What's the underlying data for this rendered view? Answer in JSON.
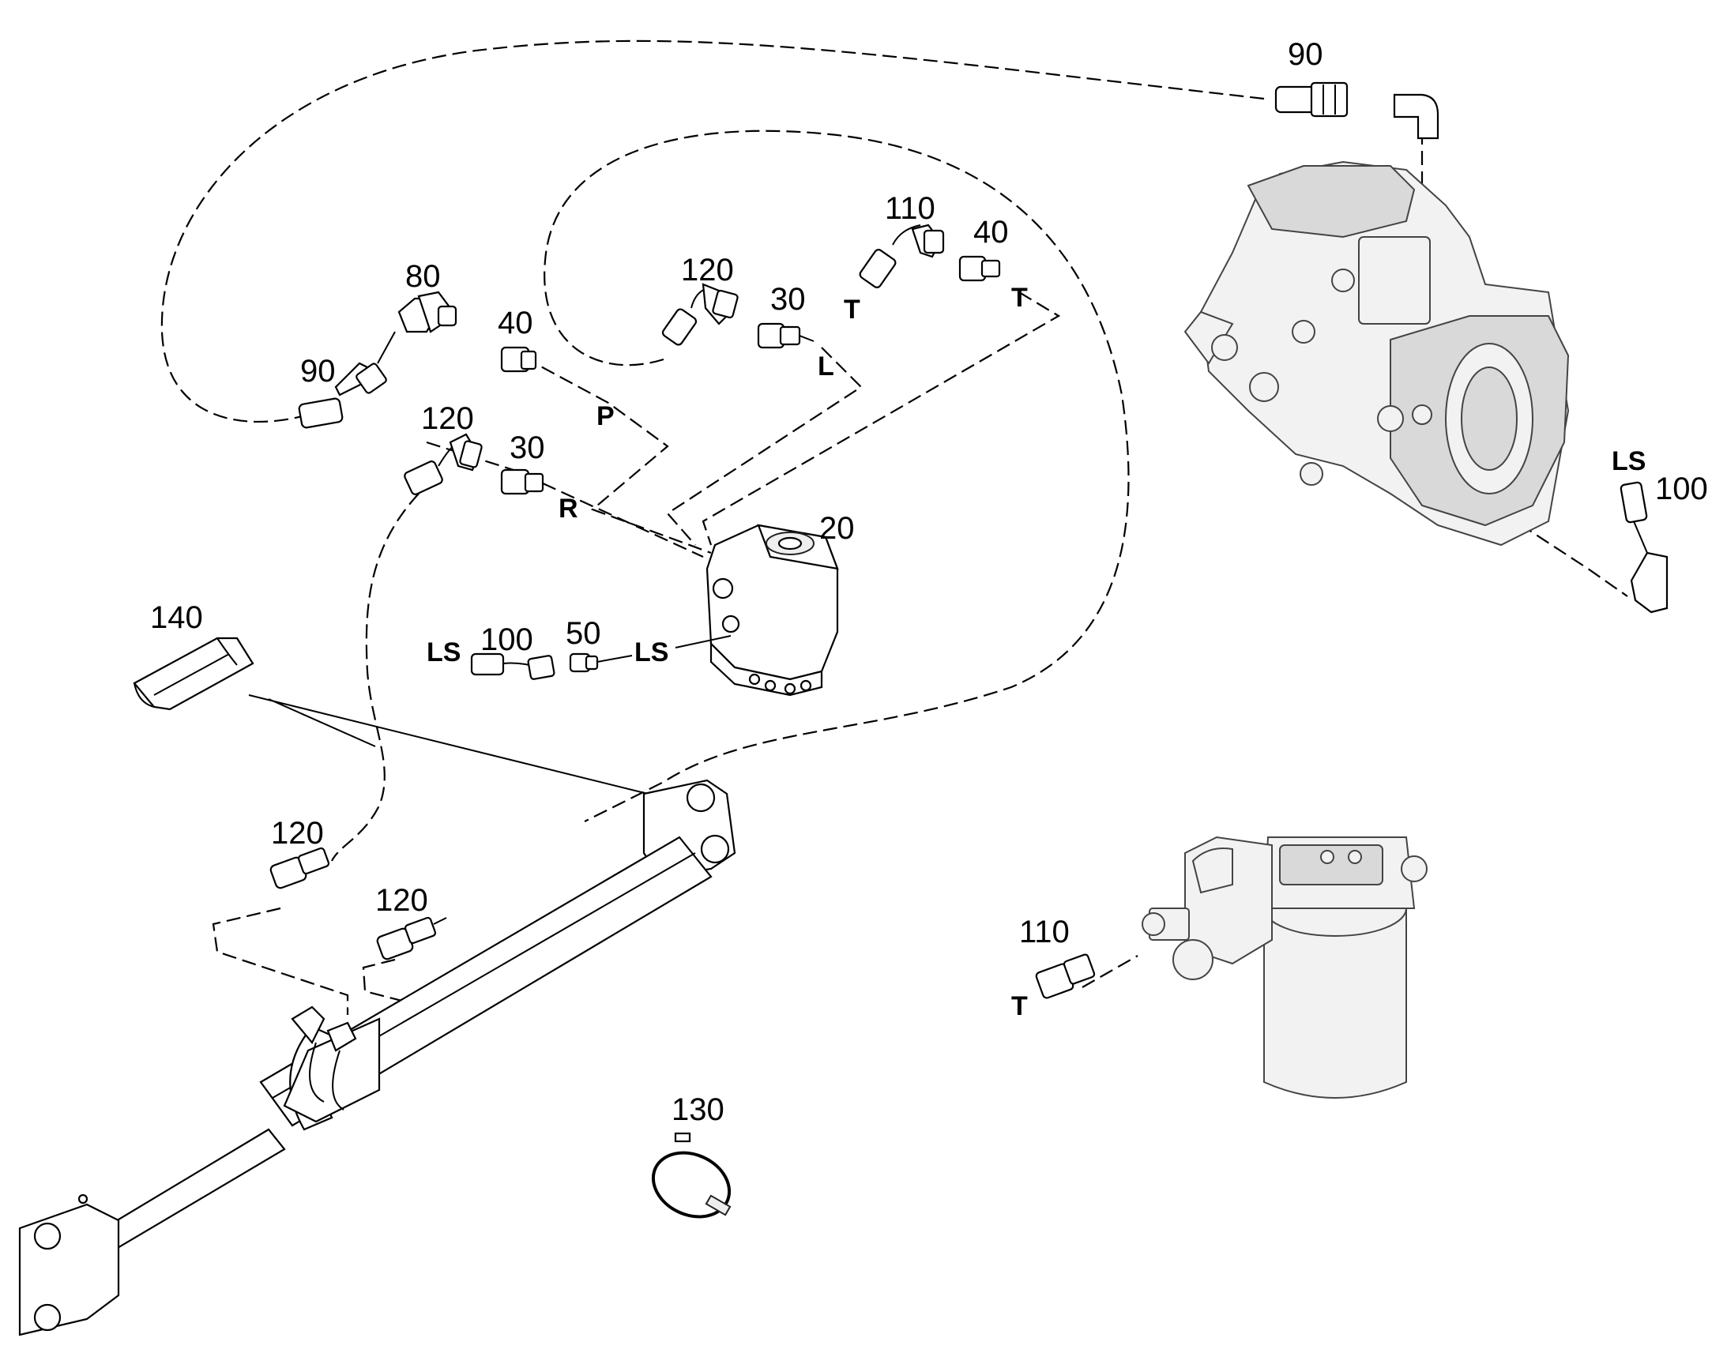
{
  "labels": {
    "l90_top": "90",
    "l110_top": "110",
    "l40_top": "40",
    "l120_a": "120",
    "l30_a": "30",
    "l80": "80",
    "l40_b": "40",
    "l90_left": "90",
    "l120_b": "120",
    "l30_b": "30",
    "l20": "20",
    "l100_mid": "100",
    "l50": "50",
    "l140": "140",
    "l120_c": "120",
    "l120_d": "120",
    "l110_right": "110",
    "l130": "130",
    "l100_right": "100"
  },
  "ports": {
    "t_a": "T",
    "t_b": "T",
    "l": "L",
    "p": "P",
    "r": "R",
    "ls_a": "LS",
    "ls_b": "LS",
    "ls_c": "LS",
    "t_c": "T"
  }
}
